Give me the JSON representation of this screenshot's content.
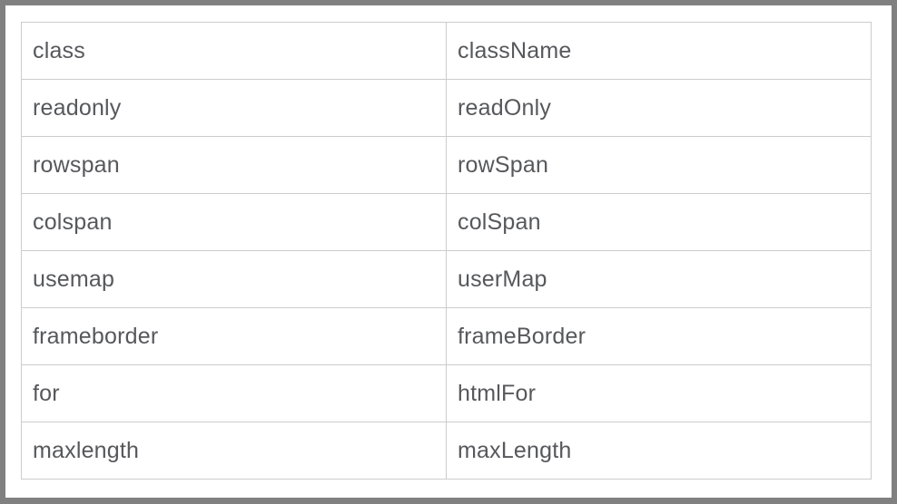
{
  "table": {
    "rows": [
      {
        "attribute": "class",
        "property": "className"
      },
      {
        "attribute": "readonly",
        "property": "readOnly"
      },
      {
        "attribute": "rowspan",
        "property": "rowSpan"
      },
      {
        "attribute": "colspan",
        "property": "colSpan"
      },
      {
        "attribute": "usemap",
        "property": "userMap"
      },
      {
        "attribute": "frameborder",
        "property": "frameBorder"
      },
      {
        "attribute": "for",
        "property": "htmlFor"
      },
      {
        "attribute": "maxlength",
        "property": "maxLength"
      }
    ]
  },
  "colors": {
    "frame_border": "#808080",
    "table_border": "#cccccc",
    "text": "#57585b",
    "background": "#ffffff"
  }
}
